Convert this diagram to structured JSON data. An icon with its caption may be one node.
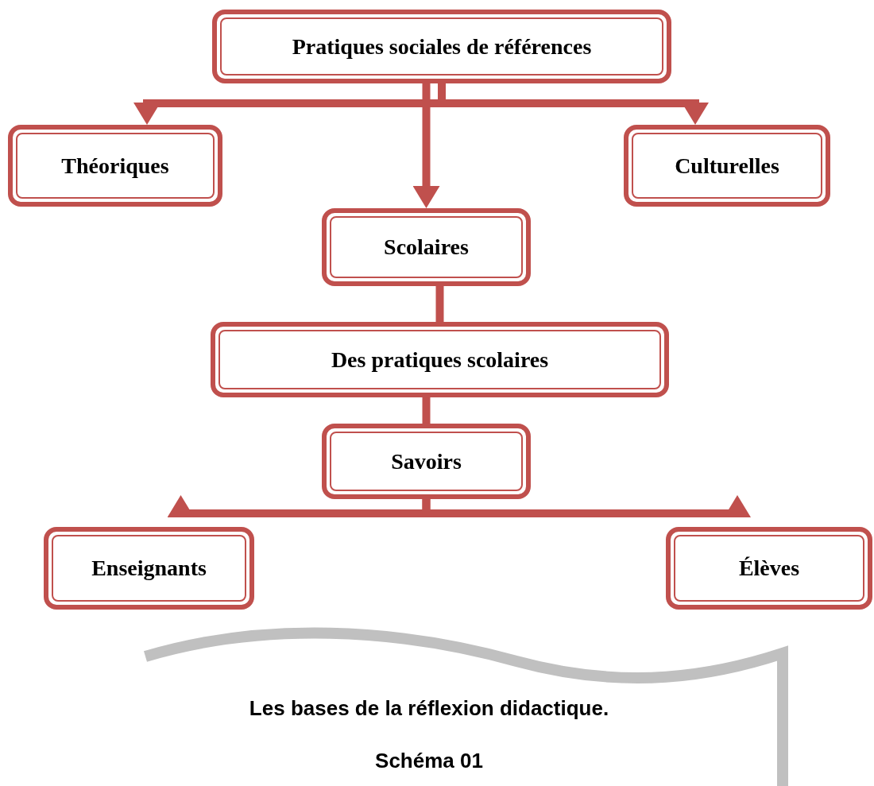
{
  "diagram": {
    "caption": "Les bases de la réflexion didactique.",
    "nodes": [
      {
        "text": [
          "Pratiques sociales de références"
        ]
      },
      {
        "text": [
          "Théoriques"
        ]
      },
      {
        "text": [
          "Culturelles"
        ]
      },
      {
        "text": [
          "Scolaires"
        ]
      },
      {
        "text": [
          "Des pratiques scolaires"
        ]
      },
      {
        "text": [
          "Savoirs"
        ]
      },
      {
        "text": [
          "Enseignants"
        ]
      },
      {
        "text": [
          "Élèves"
        ]
      }
    ],
    "edges": [
      {
        "from": 0,
        "to": 1,
        "arrow": "to"
      },
      {
        "from": 0,
        "to": 2,
        "arrow": "to"
      },
      {
        "from": 0,
        "to": 3,
        "arrow": "to"
      },
      {
        "from": 3,
        "to": 4,
        "arrow": "none"
      },
      {
        "from": 4,
        "to": 5,
        "arrow": "none"
      },
      {
        "from": 5,
        "to": 6,
        "arrow": "to"
      },
      {
        "from": 5,
        "to": 7,
        "arrow": "to"
      }
    ],
    "labels": [
      "Schéma 01"
    ]
  }
}
